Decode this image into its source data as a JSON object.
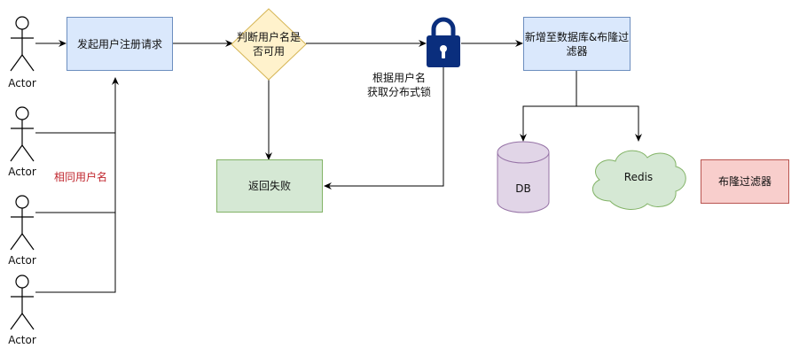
{
  "actors": [
    {
      "label": "Actor"
    },
    {
      "label": "Actor"
    },
    {
      "label": "Actor"
    },
    {
      "label": "Actor"
    }
  ],
  "nodes": {
    "register_request": "发起用户注册请求",
    "check_username_line1": "判断用户名是",
    "check_username_line2": "否可用",
    "return_failure": "返回失败",
    "add_to_db_line1": "新增至数据库&布隆过",
    "add_to_db_line2": "滤器",
    "db": "DB",
    "redis": "Redis",
    "bloom_filter": "布隆过滤器"
  },
  "annotations": {
    "same_username": "相同用户名",
    "lock_line1": "根据用户名",
    "lock_line2": "获取分布式锁"
  },
  "colors": {
    "blue_fill": "#dae8fc",
    "blue_stroke": "#6c8ebf",
    "yellow_fill": "#fff2cc",
    "yellow_stroke": "#d6b656",
    "green_fill": "#d5e8d4",
    "green_stroke": "#82b366",
    "purple_fill": "#e1d5e7",
    "purple_stroke": "#9673a6",
    "red_fill": "#f8cecc",
    "red_stroke": "#b85450",
    "lock_color": "#0a2e7d",
    "red_text": "#c0262d"
  }
}
